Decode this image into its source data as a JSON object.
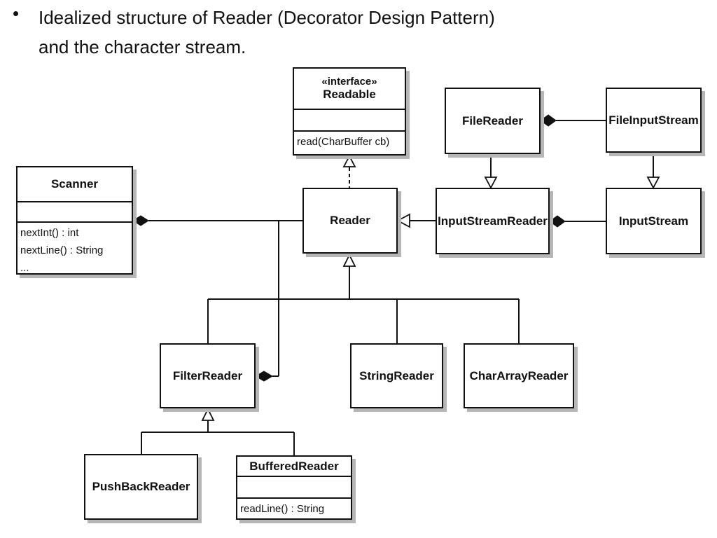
{
  "title": {
    "bullet": "•",
    "line1": "Idealized structure of Reader (Decorator Design Pattern)",
    "line2": "and the character stream."
  },
  "diagram": {
    "nodes": {
      "readable": {
        "stereotype": "«interface»",
        "name": "Readable",
        "methods": [
          "read(CharBuffer cb)"
        ]
      },
      "filereader": {
        "name": "FileReader"
      },
      "fileinputstream": {
        "name": "FileInputStream"
      },
      "scanner": {
        "name": "Scanner",
        "methods": [
          "nextInt() : int",
          "nextLine() : String",
          "..."
        ]
      },
      "reader": {
        "name": "Reader"
      },
      "inputstreamreader": {
        "name": "InputStreamReader"
      },
      "inputstream": {
        "name": "InputStream"
      },
      "filterreader": {
        "name": "FilterReader"
      },
      "stringreader": {
        "name": "StringReader"
      },
      "chararrayreader": {
        "name": "CharArrayReader"
      },
      "pushbackreader": {
        "name": "PushBackReader"
      },
      "bufferedreader": {
        "name": "BufferedReader",
        "methods": [
          "readLine() : String"
        ]
      }
    },
    "relationships": [
      {
        "from": "Reader",
        "to": "Readable",
        "type": "realization"
      },
      {
        "from": "FileReader",
        "to": "FileInputStream",
        "type": "composition"
      },
      {
        "from": "FileReader",
        "to": "InputStreamReader",
        "type": "generalization"
      },
      {
        "from": "FileInputStream",
        "to": "InputStream",
        "type": "generalization"
      },
      {
        "from": "Scanner",
        "to": "Reader",
        "type": "composition"
      },
      {
        "from": "InputStreamReader",
        "to": "Reader",
        "type": "generalization"
      },
      {
        "from": "InputStreamReader",
        "to": "InputStream",
        "type": "composition"
      },
      {
        "from": "FilterReader",
        "to": "Reader",
        "type": "composition"
      },
      {
        "from": "FilterReader",
        "to": "Reader",
        "type": "generalization"
      },
      {
        "from": "StringReader",
        "to": "Reader",
        "type": "generalization"
      },
      {
        "from": "CharArrayReader",
        "to": "Reader",
        "type": "generalization"
      },
      {
        "from": "PushBackReader",
        "to": "FilterReader",
        "type": "generalization"
      },
      {
        "from": "BufferedReader",
        "to": "FilterReader",
        "type": "generalization"
      }
    ],
    "colors": {
      "line": "#111111",
      "shadow": "#b6b6b6",
      "box_background": "#ffffff",
      "text": "#111111"
    }
  }
}
